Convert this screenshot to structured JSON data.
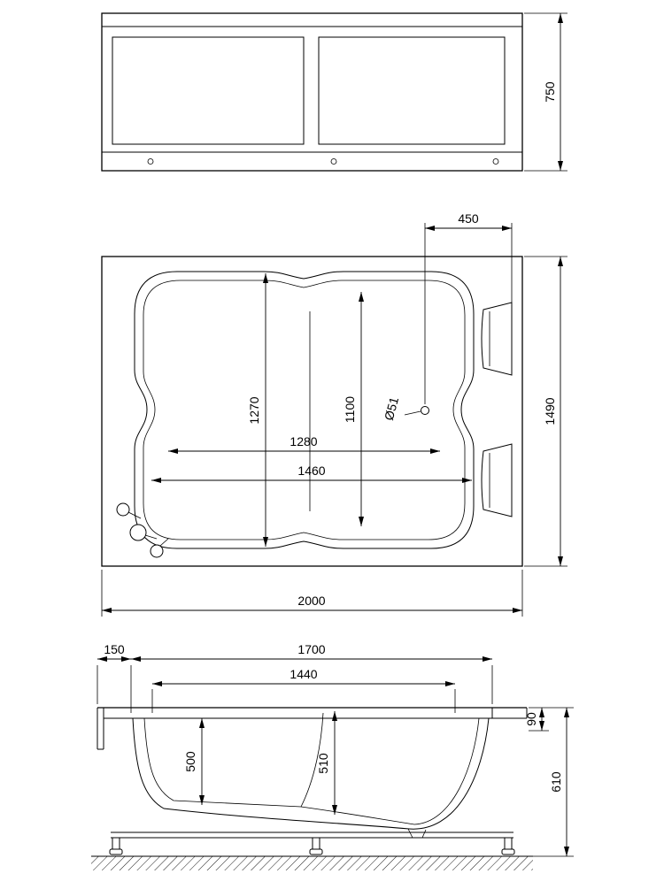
{
  "drawing": {
    "title": "bathtub-technical-drawing",
    "line_color": "#000000",
    "background": "#ffffff"
  },
  "front_view": {
    "height": "750"
  },
  "plan_view": {
    "drain_offset": "450",
    "overall_width": "1490",
    "basin_width_outer": "1270",
    "basin_width_inner": "1100",
    "drain_diameter": "Ø51",
    "basin_length_inner": "1280",
    "basin_length_outer": "1460",
    "overall_length": "2000"
  },
  "side_view": {
    "ledge_width": "150",
    "top_length": "1700",
    "inner_length": "1440",
    "rim_height": "90",
    "overall_height": "610",
    "depth_left": "500",
    "depth_right": "510"
  }
}
